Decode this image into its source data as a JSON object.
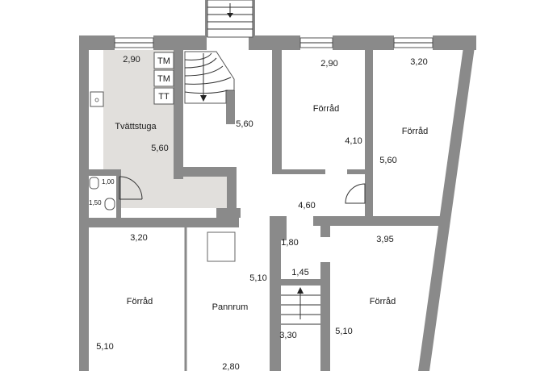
{
  "colors": {
    "wall": "#8a8a8a",
    "laundry_floor": "#e1dfdc",
    "ink": "#1a1a1a"
  },
  "rooms": {
    "laundry": {
      "name": "Tvättstuga",
      "width": "2,90",
      "depth": "5,60"
    },
    "appliances": [
      "TM",
      "TM",
      "TT"
    ],
    "wc": {
      "width": "1,00",
      "depth": "1,50"
    },
    "stair_hall": {
      "depth": "5,60"
    },
    "storage_1": {
      "name": "Förråd",
      "width": "2,90",
      "depth": "4,10"
    },
    "storage_2": {
      "name": "Förråd",
      "width": "3,20",
      "depth": "5,60"
    },
    "corridor": {
      "width": "4,60",
      "depth": "1,80"
    },
    "storage_3": {
      "name": "Förråd",
      "width": "3,20",
      "depth": "5,10"
    },
    "boiler": {
      "name": "Pannrum",
      "width": "2,80",
      "depth": "5,10"
    },
    "stairwell": {
      "width": "1,45",
      "depth": "3,30"
    },
    "storage_4": {
      "name": "Förråd",
      "width": "3,95",
      "depth": "5,10"
    }
  }
}
